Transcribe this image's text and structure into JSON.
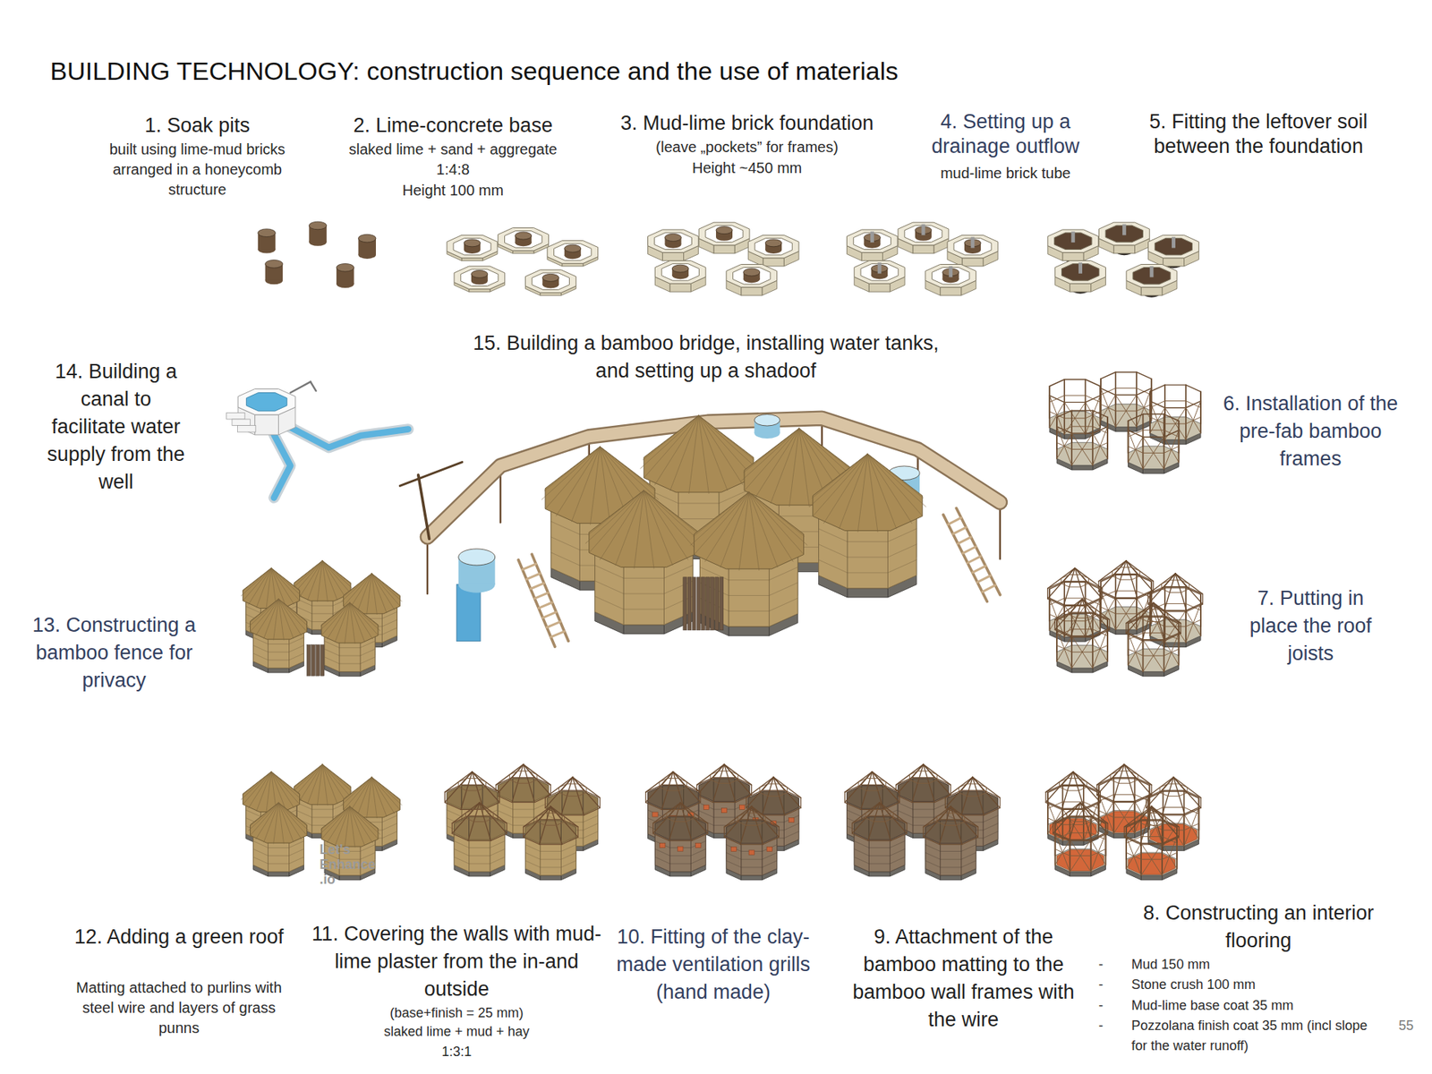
{
  "diagram": {
    "title": "BUILDING TECHNOLOGY: construction sequence and the use of materials",
    "labels": [
      "1. Soak pits",
      "built using lime-mud bricks arranged in a honeycomb structure",
      "2. Lime-concrete base",
      "slaked lime + sand + aggregate",
      "1:4:8",
      "Height 100 mm",
      "3. Mud-lime brick foundation",
      "(leave „pockets” for frames)",
      "Height ~450 mm",
      "4. Setting up a drainage outflow",
      "mud-lime brick tube",
      "5. Fitting the leftover soil between the foundation",
      "6. Installation of the pre-fab bamboo frames",
      "7. Putting in place the roof joists",
      "8. Constructing an interior flooring",
      "-",
      "Mud 150 mm",
      "-",
      "Stone crush 100 mm",
      "-",
      "Mud-lime base coat 35 mm",
      "-",
      "Pozzolana finish coat 35 mm (incl slope for the water runoff)",
      "55",
      "9. Attachment of the bamboo matting to the bamboo wall frames with the wire",
      "10. Fitting of the clay-made ventilation grills (hand made)",
      "11. Covering the walls with mud-lime plaster from the in-and outside",
      "(base+finish = 25 mm)",
      "slaked lime + mud + hay",
      "1:3:1",
      "12. Adding a green roof",
      "Matting attached to purlins with steel wire and layers of grass punns",
      "Let's Enhance .io",
      "13. Constructing a bamboo fence for privacy",
      "14. Building a canal to facilitate water supply from the well",
      "15. Building a bamboo bridge, installing water tanks, and setting up a shadoof"
    ]
  }
}
